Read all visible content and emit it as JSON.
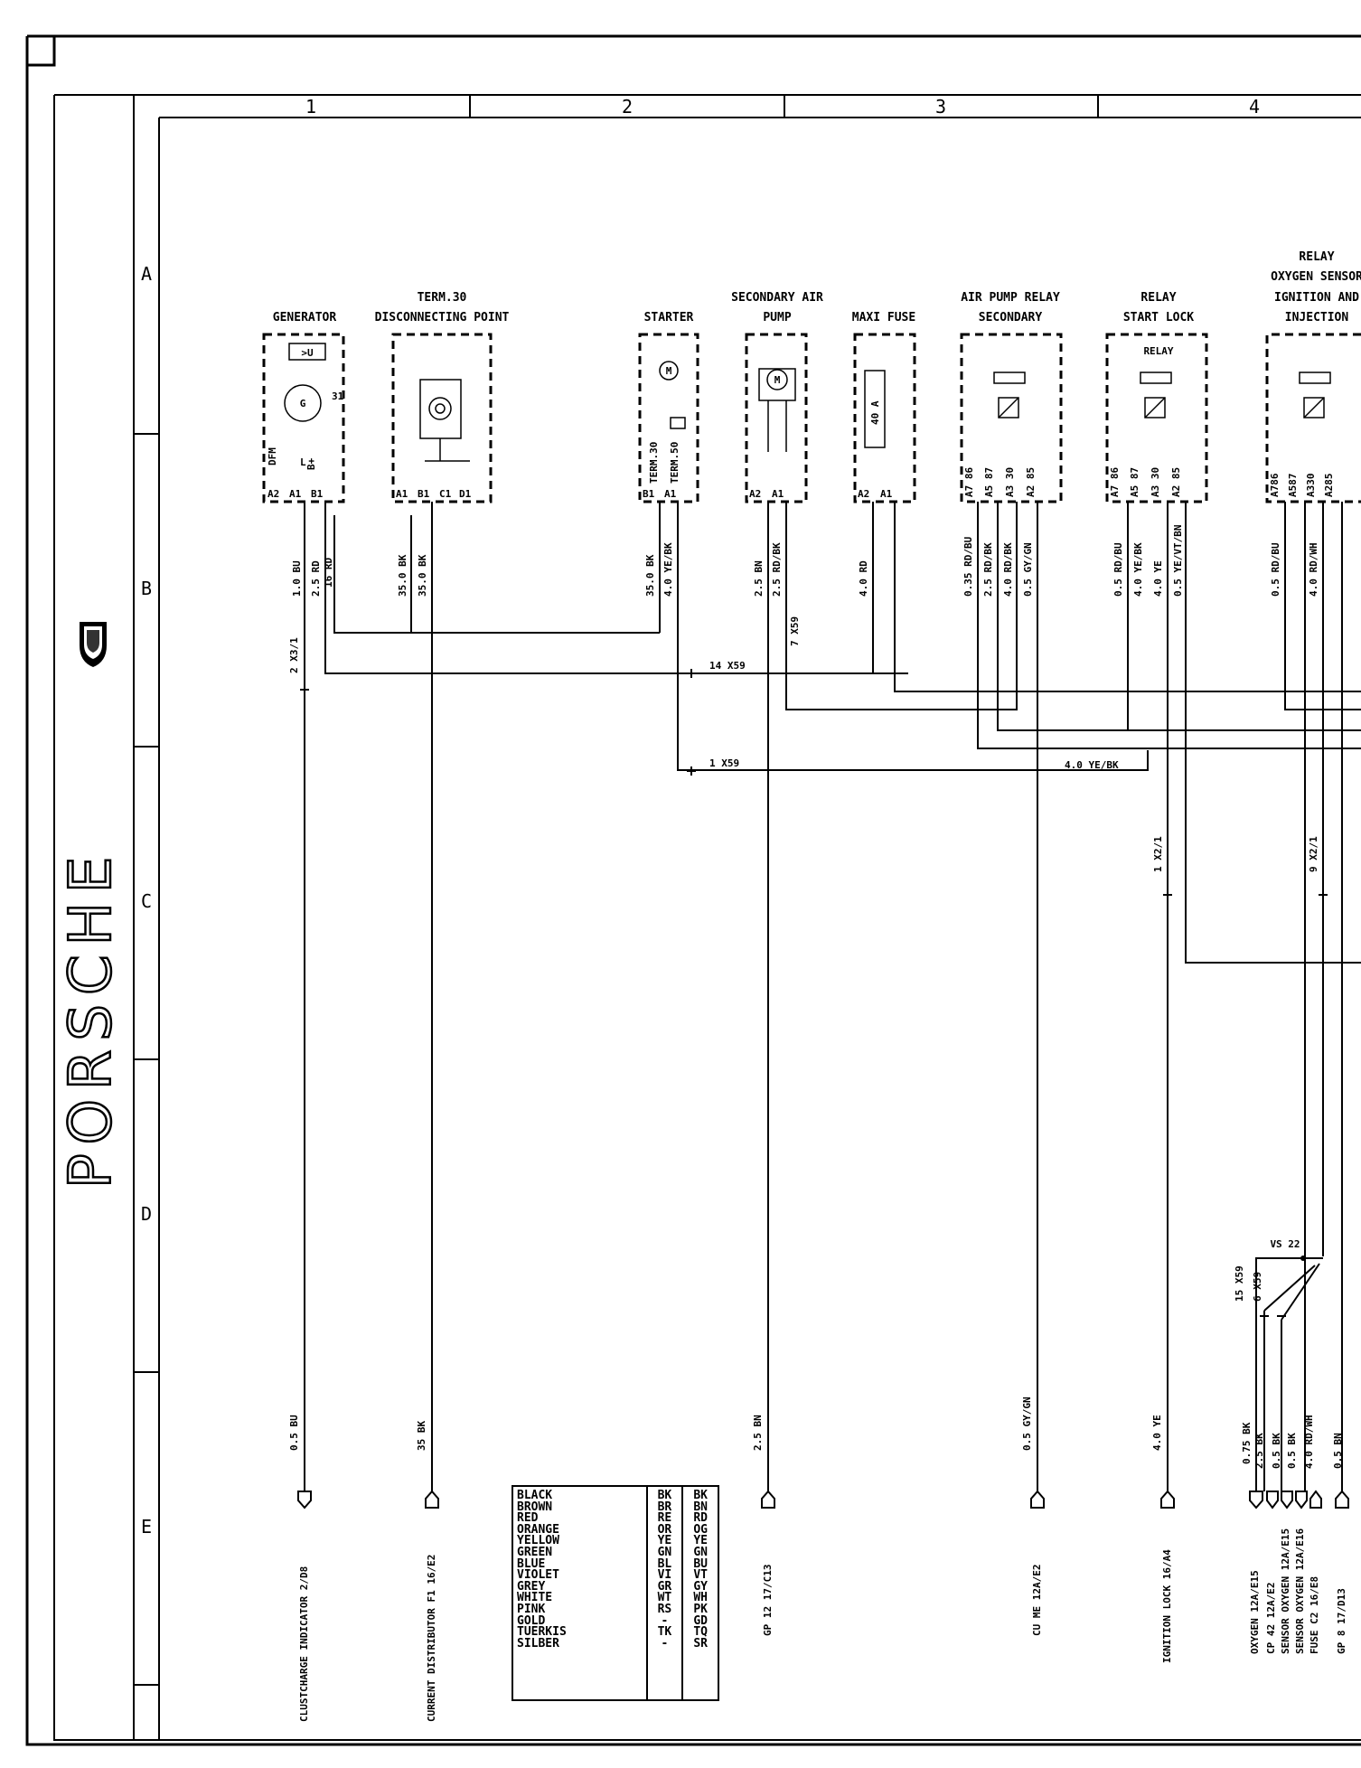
{
  "brand": "PORSCHE",
  "grid": {
    "columns": [
      "1",
      "2",
      "3",
      "4"
    ],
    "rows": [
      "A",
      "B",
      "C",
      "D",
      "E"
    ]
  },
  "components": {
    "generator": {
      "name": "GENERATOR",
      "sym": ">U",
      "pins": [
        "A2",
        "A1",
        "B1"
      ],
      "labels": [
        "DFM",
        "L",
        "B+"
      ],
      "pin31": "31"
    },
    "term30": {
      "line1": "TERM.30",
      "line2": "DISCONNECTING POINT",
      "pins": [
        "A1",
        "B1",
        "C1",
        "D1"
      ]
    },
    "starter": {
      "name": "STARTER",
      "pins": [
        "B1",
        "A1"
      ],
      "labels": [
        "TERM.30",
        "TERM.50"
      ],
      "m": "M"
    },
    "secondary_air_pump": {
      "line1": "SECONDARY AIR",
      "line2": "PUMP",
      "pins": [
        "A2",
        "A1"
      ],
      "m": "M"
    },
    "maxi_fuse": {
      "name": "MAXI FUSE",
      "rating": "40 A",
      "pins": [
        "A2",
        "A1"
      ]
    },
    "air_pump_relay": {
      "line1": "AIR PUMP RELAY",
      "line2": "SECONDARY",
      "pins": [
        "A7 86",
        "A5 87",
        "A3 30",
        "A2 85"
      ]
    },
    "relay_start_lock": {
      "line1": "RELAY",
      "line2": "START LOCK",
      "inner": "RELAY",
      "pins": [
        "A7 86",
        "A5 87",
        "A3 30",
        "A2 85"
      ]
    },
    "relay_oxygen": {
      "line1": "RELAY",
      "line2": "OXYGEN SENSOR",
      "line3": "IGNITION AND",
      "line4": "INJECTION",
      "pins": [
        "A786",
        "A587",
        "A330",
        "A285"
      ]
    }
  },
  "wires": [
    "1.0 BU",
    "2.5 RD",
    "16 RD",
    "35.0 BK",
    "35.0 BK",
    "35.0 BK",
    "4.0 YE/BK",
    "2.5 BN",
    "2.5 RD/BK",
    "4.0 RD",
    "0.35 RD/BU",
    "2.5 RD/BK",
    "4.0 RD/BK",
    "0.5 GY/GN",
    "0.5 RD/BU",
    "4.0 YE/BK",
    "4.0 YE",
    "0.5 YE/VT/BN",
    "0.5 RD/BU",
    "4.0 RD/WH",
    "4.0 YE/BK"
  ],
  "connectors": [
    "2 X3/1",
    "14 X59",
    "7 X59",
    "1 X59",
    "1 X2/1",
    "9 X2/1",
    "VS 22",
    "15 X59",
    "6 X59"
  ],
  "bottom_wires": [
    "0.5 BU",
    "35 BK",
    "2.5 BN",
    "0.5 GY/GN",
    "4.0 YE",
    "0.75 BK",
    "2.5 BK",
    "0.5 BK",
    "0.5 BK",
    "4.0 RD/WH",
    "0.5 BN"
  ],
  "destinations": [
    "CLUSTCHARGE INDICATOR 2/D8",
    "CURRENT DISTRIBUTOR F1 16/E2",
    "GP 12  17/C13",
    "CU ME  12A/E2",
    "IGNITION LOCK  16/A4",
    "OXYGEN 12A/E15",
    "CP 42  12A/E2",
    "SENSOR OXYGEN 12A/E15",
    "SENSOR OXYGEN 12A/E16",
    "FUSE C2  16/E8",
    "GP 8  17/D13"
  ],
  "legend": {
    "names": [
      "BLACK",
      "BROWN",
      "RED",
      "ORANGE",
      "YELLOW",
      "GREEN",
      "BLUE",
      "VIOLET",
      "GREY",
      "WHITE",
      "PINK",
      "GOLD",
      "TUERKIS",
      "SILBER"
    ],
    "codes_de": [
      "BK",
      "BR",
      "RE",
      "OR",
      "YE",
      "GN",
      "BL",
      "VI",
      "GR",
      "WT",
      "RS",
      "-",
      "TK",
      "-"
    ],
    "codes_en": [
      "BK",
      "BN",
      "RD",
      "OG",
      "YE",
      "GN",
      "BU",
      "VT",
      "GY",
      "WH",
      "PK",
      "GD",
      "TQ",
      "SR"
    ]
  }
}
